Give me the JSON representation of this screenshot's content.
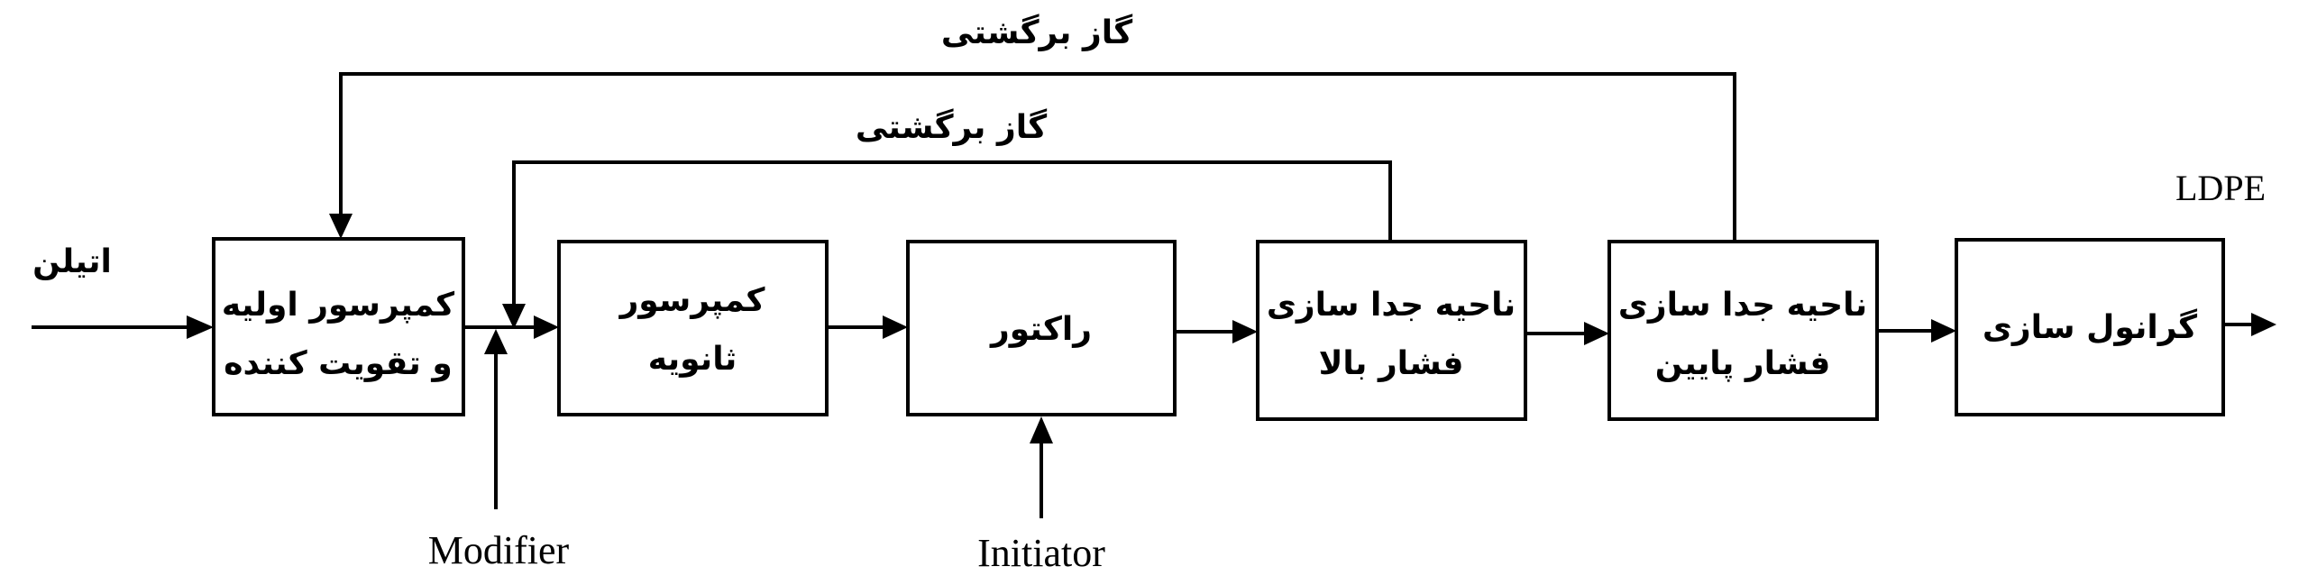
{
  "inputs": {
    "ethylene": "اتیلن",
    "modifier": "Modifier",
    "initiator": "Initiator"
  },
  "output": {
    "product": "LDPE"
  },
  "recycle": {
    "outer_label": "گاز برگشتی",
    "inner_label": "گاز برگشتی"
  },
  "blocks": {
    "primary_compressor": {
      "line1": "کمپرسور اولیه",
      "line2": "و تقویت کننده"
    },
    "secondary_compressor": {
      "line1": "کمپرسور",
      "line2": "ثانویه"
    },
    "reactor": {
      "line1": "راکتور"
    },
    "hp_separator": {
      "line1": "ناحیه جدا سازی",
      "line2": "فشار بالا"
    },
    "lp_separator": {
      "line1": "ناحیه جدا سازی",
      "line2": "فشار پایین"
    },
    "granulation": {
      "line1": "گرانول سازی"
    }
  },
  "colors": {
    "stroke": "#000000",
    "background": "#ffffff"
  }
}
